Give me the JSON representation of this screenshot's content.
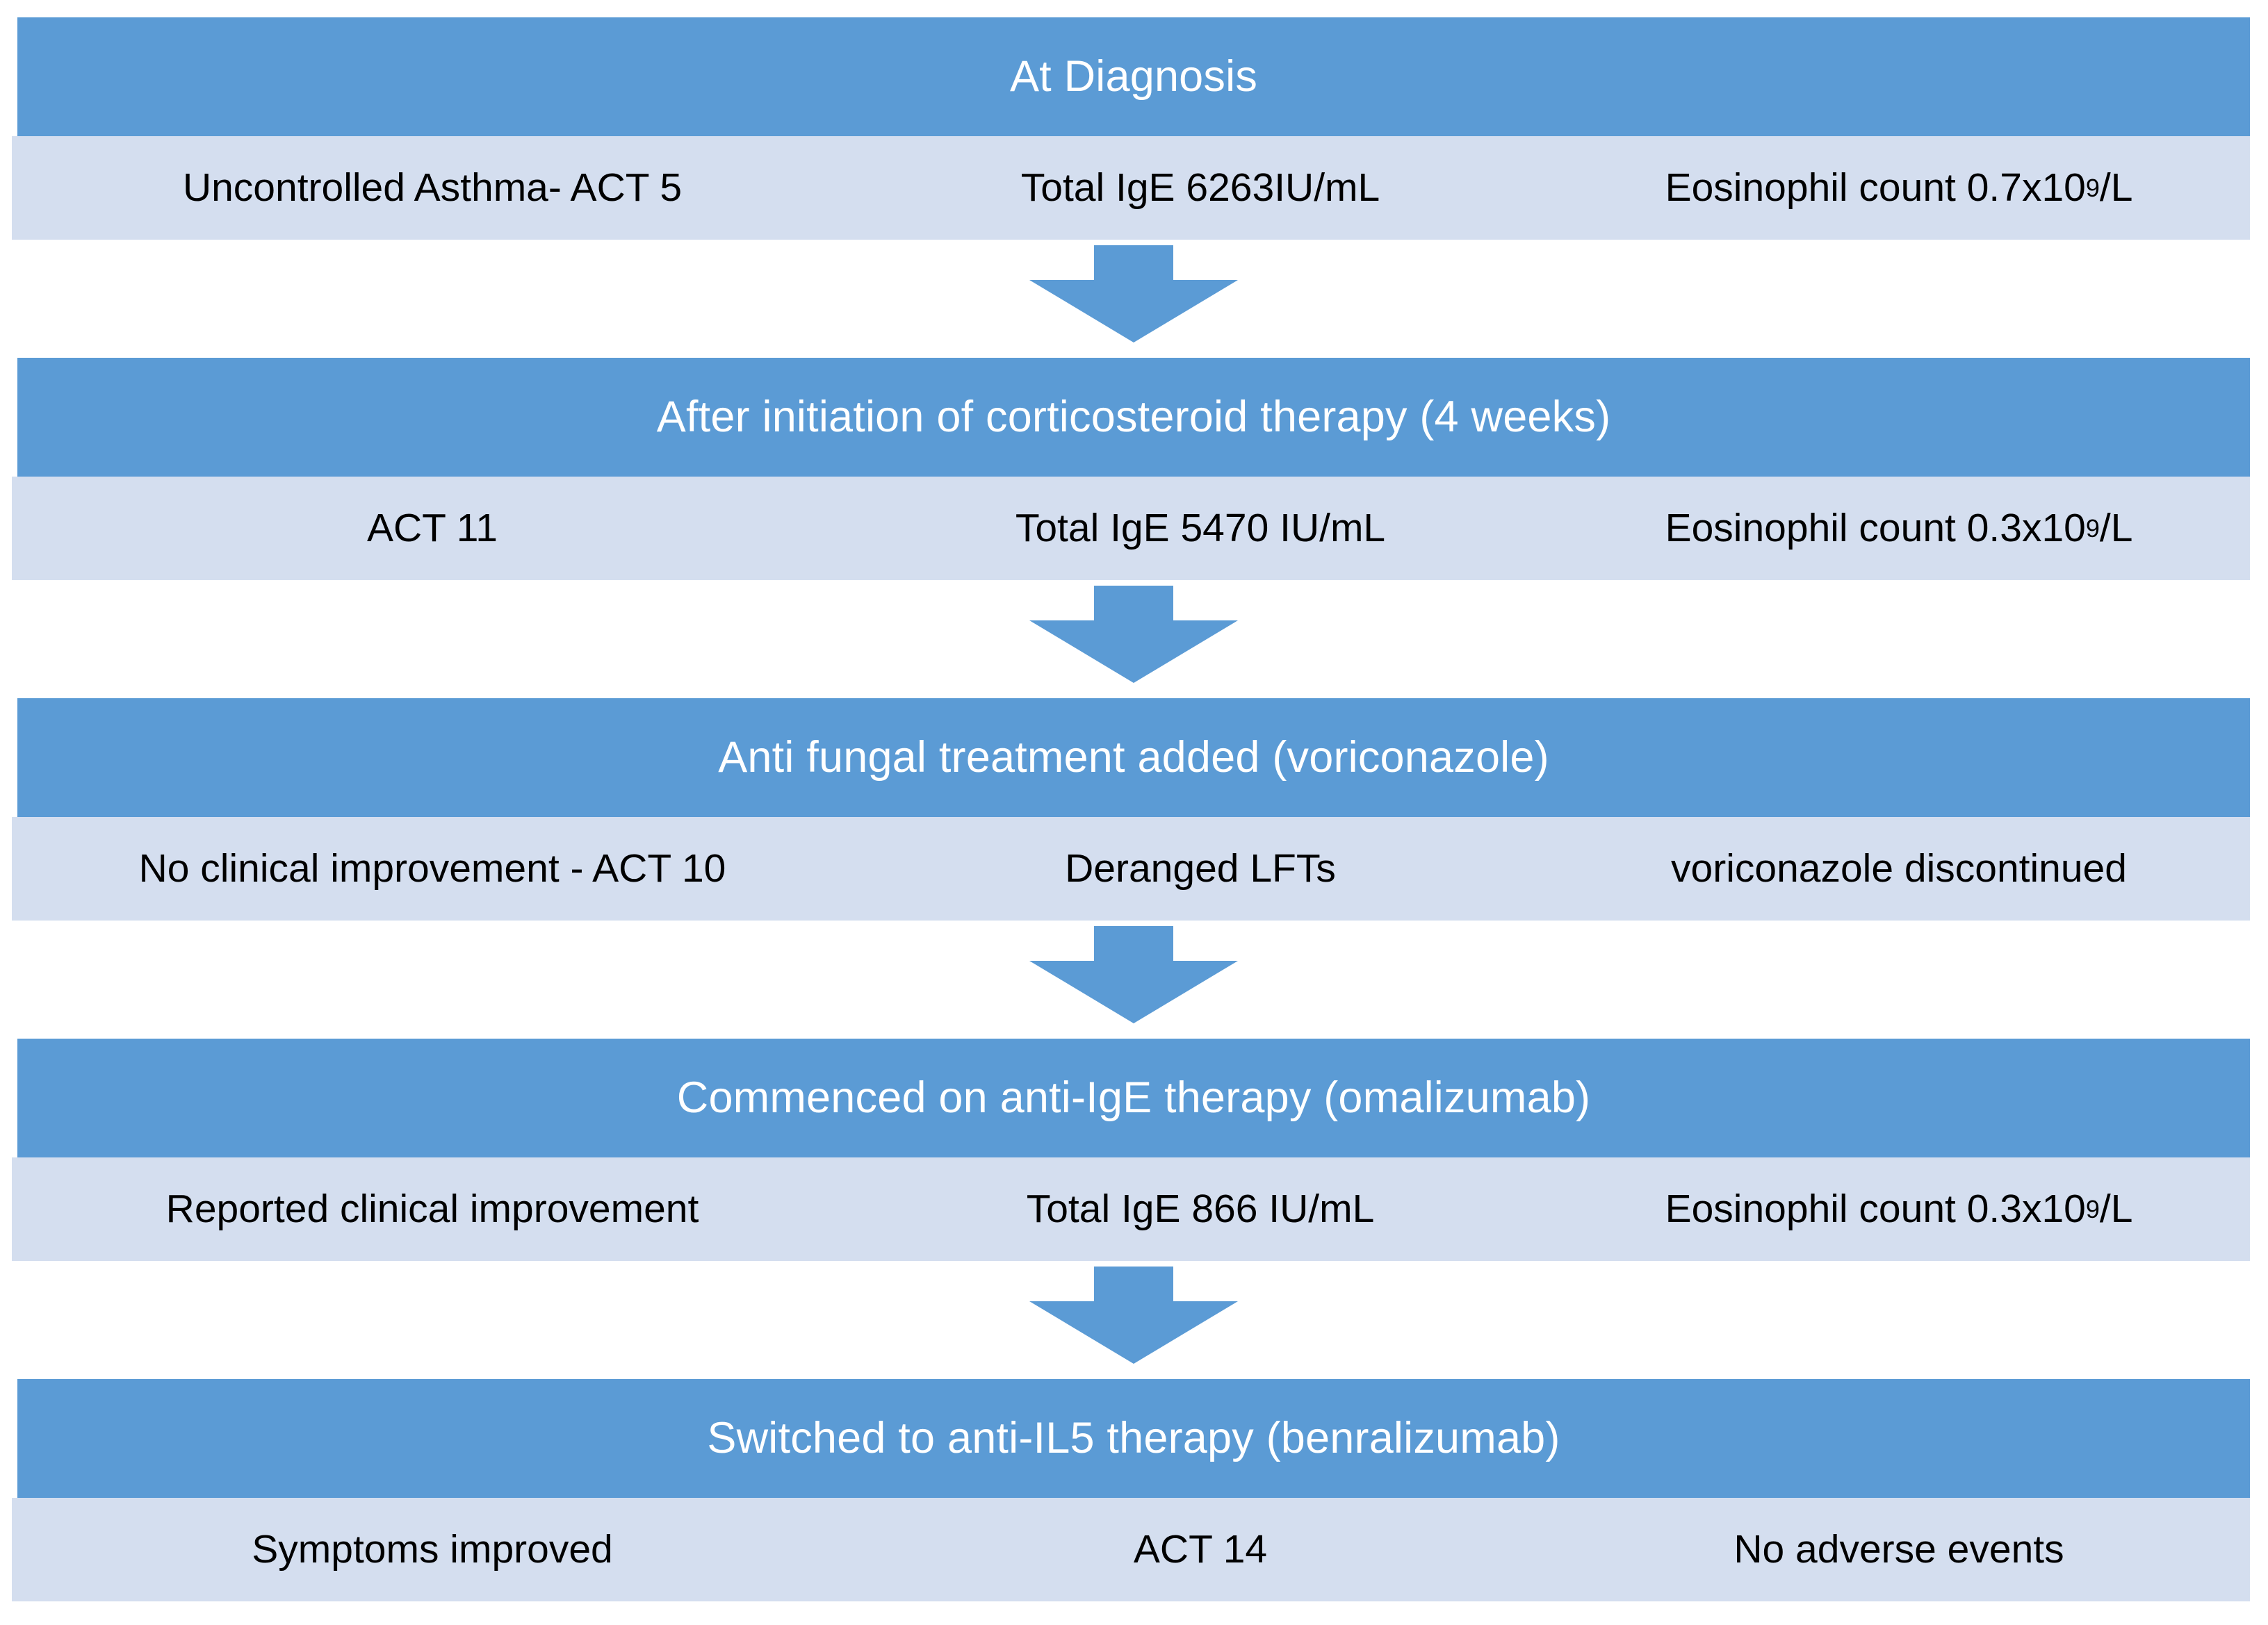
{
  "diagram": {
    "title": "Asthma treatment timeline flowchart",
    "colors": {
      "header_blue": "#5B9BD5",
      "band_light_blue": "#D4DEEF",
      "header_text": "#FFFFFF",
      "band_text": "#000000",
      "background": "#FFFFFF"
    },
    "arrow_icon": "down-arrow-icon",
    "stages": [
      {
        "header": "At Diagnosis",
        "cells": [
          {
            "text": "Uncontrolled Asthma- ACT 5"
          },
          {
            "text": "Total IgE 6263IU/mL"
          },
          {
            "prefix": "Eosinophil count 0.7x10",
            "sup": "9",
            "suffix": "/L"
          }
        ]
      },
      {
        "header": "After initiation of corticosteroid therapy (4 weeks)",
        "cells": [
          {
            "text": "ACT 11"
          },
          {
            "text": "Total IgE 5470 IU/mL"
          },
          {
            "prefix": "Eosinophil count 0.3x10",
            "sup": "9",
            "suffix": "/L"
          }
        ]
      },
      {
        "header": "Anti fungal treatment added (voriconazole)",
        "cells": [
          {
            "text": "No clinical improvement - ACT 10"
          },
          {
            "text": "Deranged LFTs"
          },
          {
            "text": "voriconazole discontinued"
          }
        ]
      },
      {
        "header": "Commenced on anti-IgE therapy (omalizumab)",
        "cells": [
          {
            "text": "Reported clinical improvement"
          },
          {
            "text": "Total IgE 866 IU/mL"
          },
          {
            "prefix": "Eosinophil count 0.3x10",
            "sup": "9",
            "suffix": "/L"
          }
        ]
      },
      {
        "header": "Switched to anti-IL5 therapy (benralizumab)",
        "cells": [
          {
            "text": "Symptoms improved"
          },
          {
            "text": "ACT 14"
          },
          {
            "text": "No adverse events"
          }
        ]
      }
    ],
    "arrows": [
      {
        "label": "flow-arrow-1"
      },
      {
        "label": "flow-arrow-2"
      },
      {
        "label": "flow-arrow-3"
      },
      {
        "label": "flow-arrow-4"
      }
    ]
  }
}
